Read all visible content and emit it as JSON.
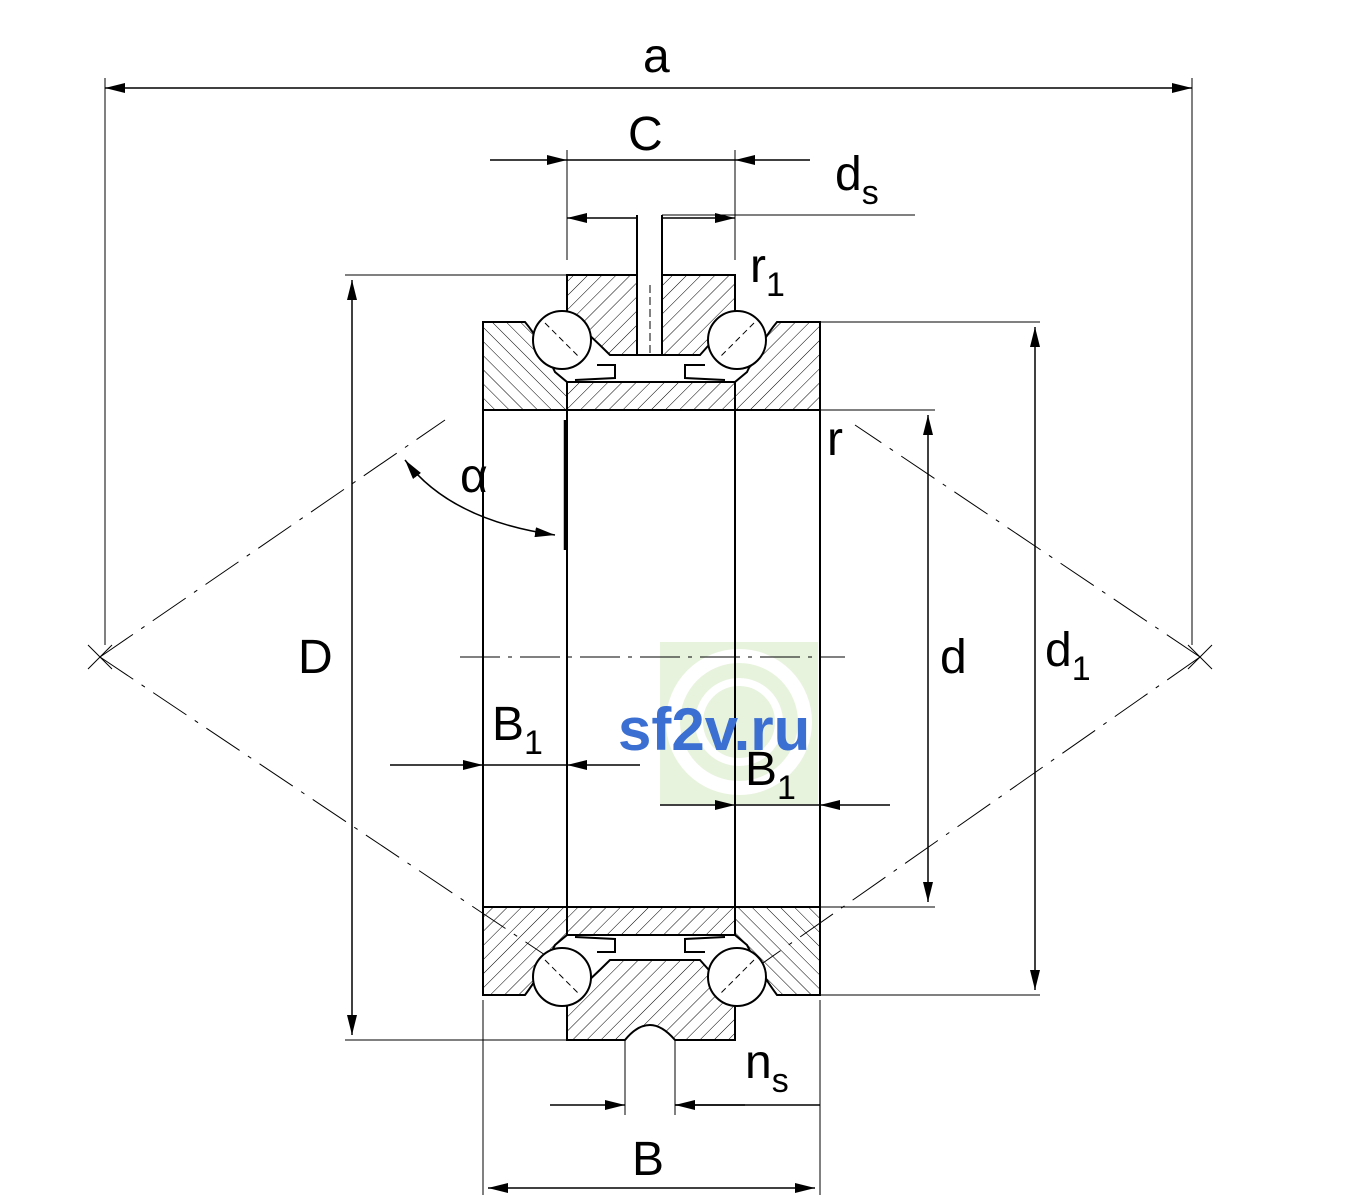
{
  "labels": {
    "a": "a",
    "C": "C",
    "ds_main": "d",
    "ds_sub": "s",
    "r1_main": "r",
    "r1_sub": "1",
    "r": "r",
    "alpha": "α",
    "D": "D",
    "d": "d",
    "d1_main": "d",
    "d1_sub": "1",
    "B1_left_main": "B",
    "B1_left_sub": "1",
    "B1_right_main": "B",
    "B1_right_sub": "1",
    "ns_main": "n",
    "ns_sub": "s",
    "B": "B"
  },
  "watermark": {
    "text": "sf2v.ru",
    "color": "#3b6fd1",
    "badge_color": "#e8f3de"
  },
  "colors": {
    "line": "#000000",
    "background": "#ffffff"
  }
}
